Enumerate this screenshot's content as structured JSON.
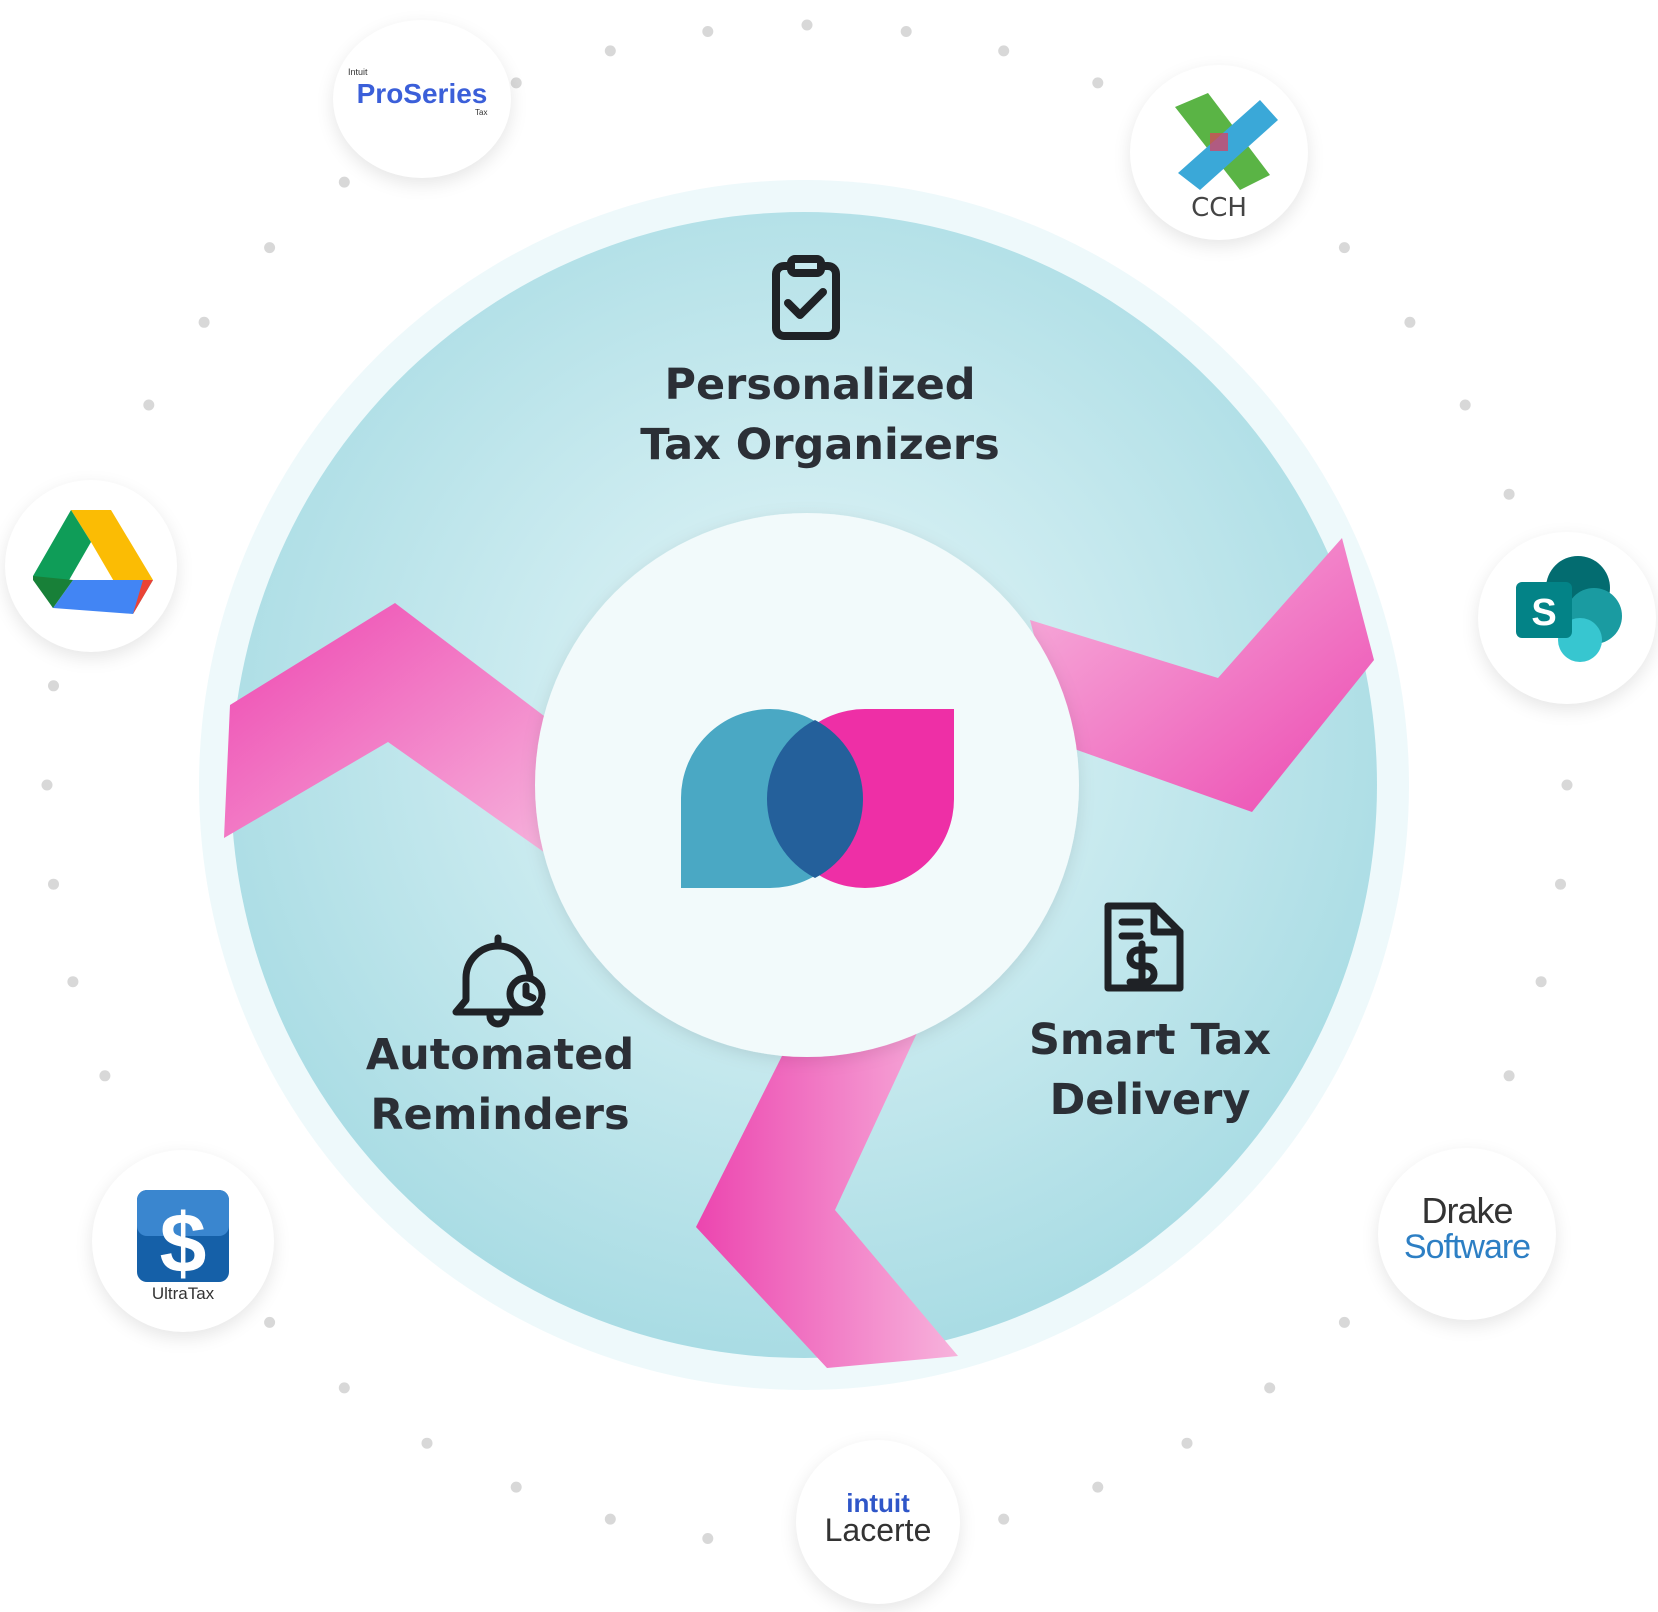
{
  "steps": [
    {
      "id": "organizers",
      "lines": [
        "Personalized",
        "Tax Organizers"
      ],
      "icon": "clipboard-check-icon"
    },
    {
      "id": "reminders",
      "lines": [
        "Automated",
        "Reminders"
      ],
      "icon": "bell-clock-icon"
    },
    {
      "id": "delivery",
      "lines": [
        "Smart Tax",
        "Delivery"
      ],
      "icon": "document-dollar-icon"
    }
  ],
  "center": {
    "icon": "overlapping-drops-logo-icon"
  },
  "integrations": [
    {
      "name": "ProSeries",
      "brand": "Intuit",
      "suffix": "Tax",
      "icon": "proseries-logo-icon"
    },
    {
      "name": "CCH",
      "icon": "cch-logo-icon"
    },
    {
      "name": "Google Drive",
      "icon": "google-drive-logo-icon"
    },
    {
      "name": "SharePoint",
      "icon": "sharepoint-logo-icon"
    },
    {
      "name": "UltraTax",
      "icon": "ultratax-logo-icon"
    },
    {
      "name": "Drake Software",
      "line1": "Drake",
      "line2": "Software",
      "icon": "drake-software-logo-icon"
    },
    {
      "name": "Lacerte",
      "brand": "intuit",
      "line2": "Lacerte",
      "icon": "lacerte-logo-icon"
    }
  ],
  "colors": {
    "ring": "#b9e4ea",
    "ring_outer": "#eaf8fa",
    "center": "#f2fafb",
    "arrow_pink": "#ee4fb6",
    "arrow_pink_light": "#f5a8d8",
    "logo_teal": "#4aa8c4",
    "logo_pink": "#ee2fa6",
    "logo_overlap": "#24609b",
    "text": "#2b2f36",
    "dot": "#d8d8d8"
  }
}
